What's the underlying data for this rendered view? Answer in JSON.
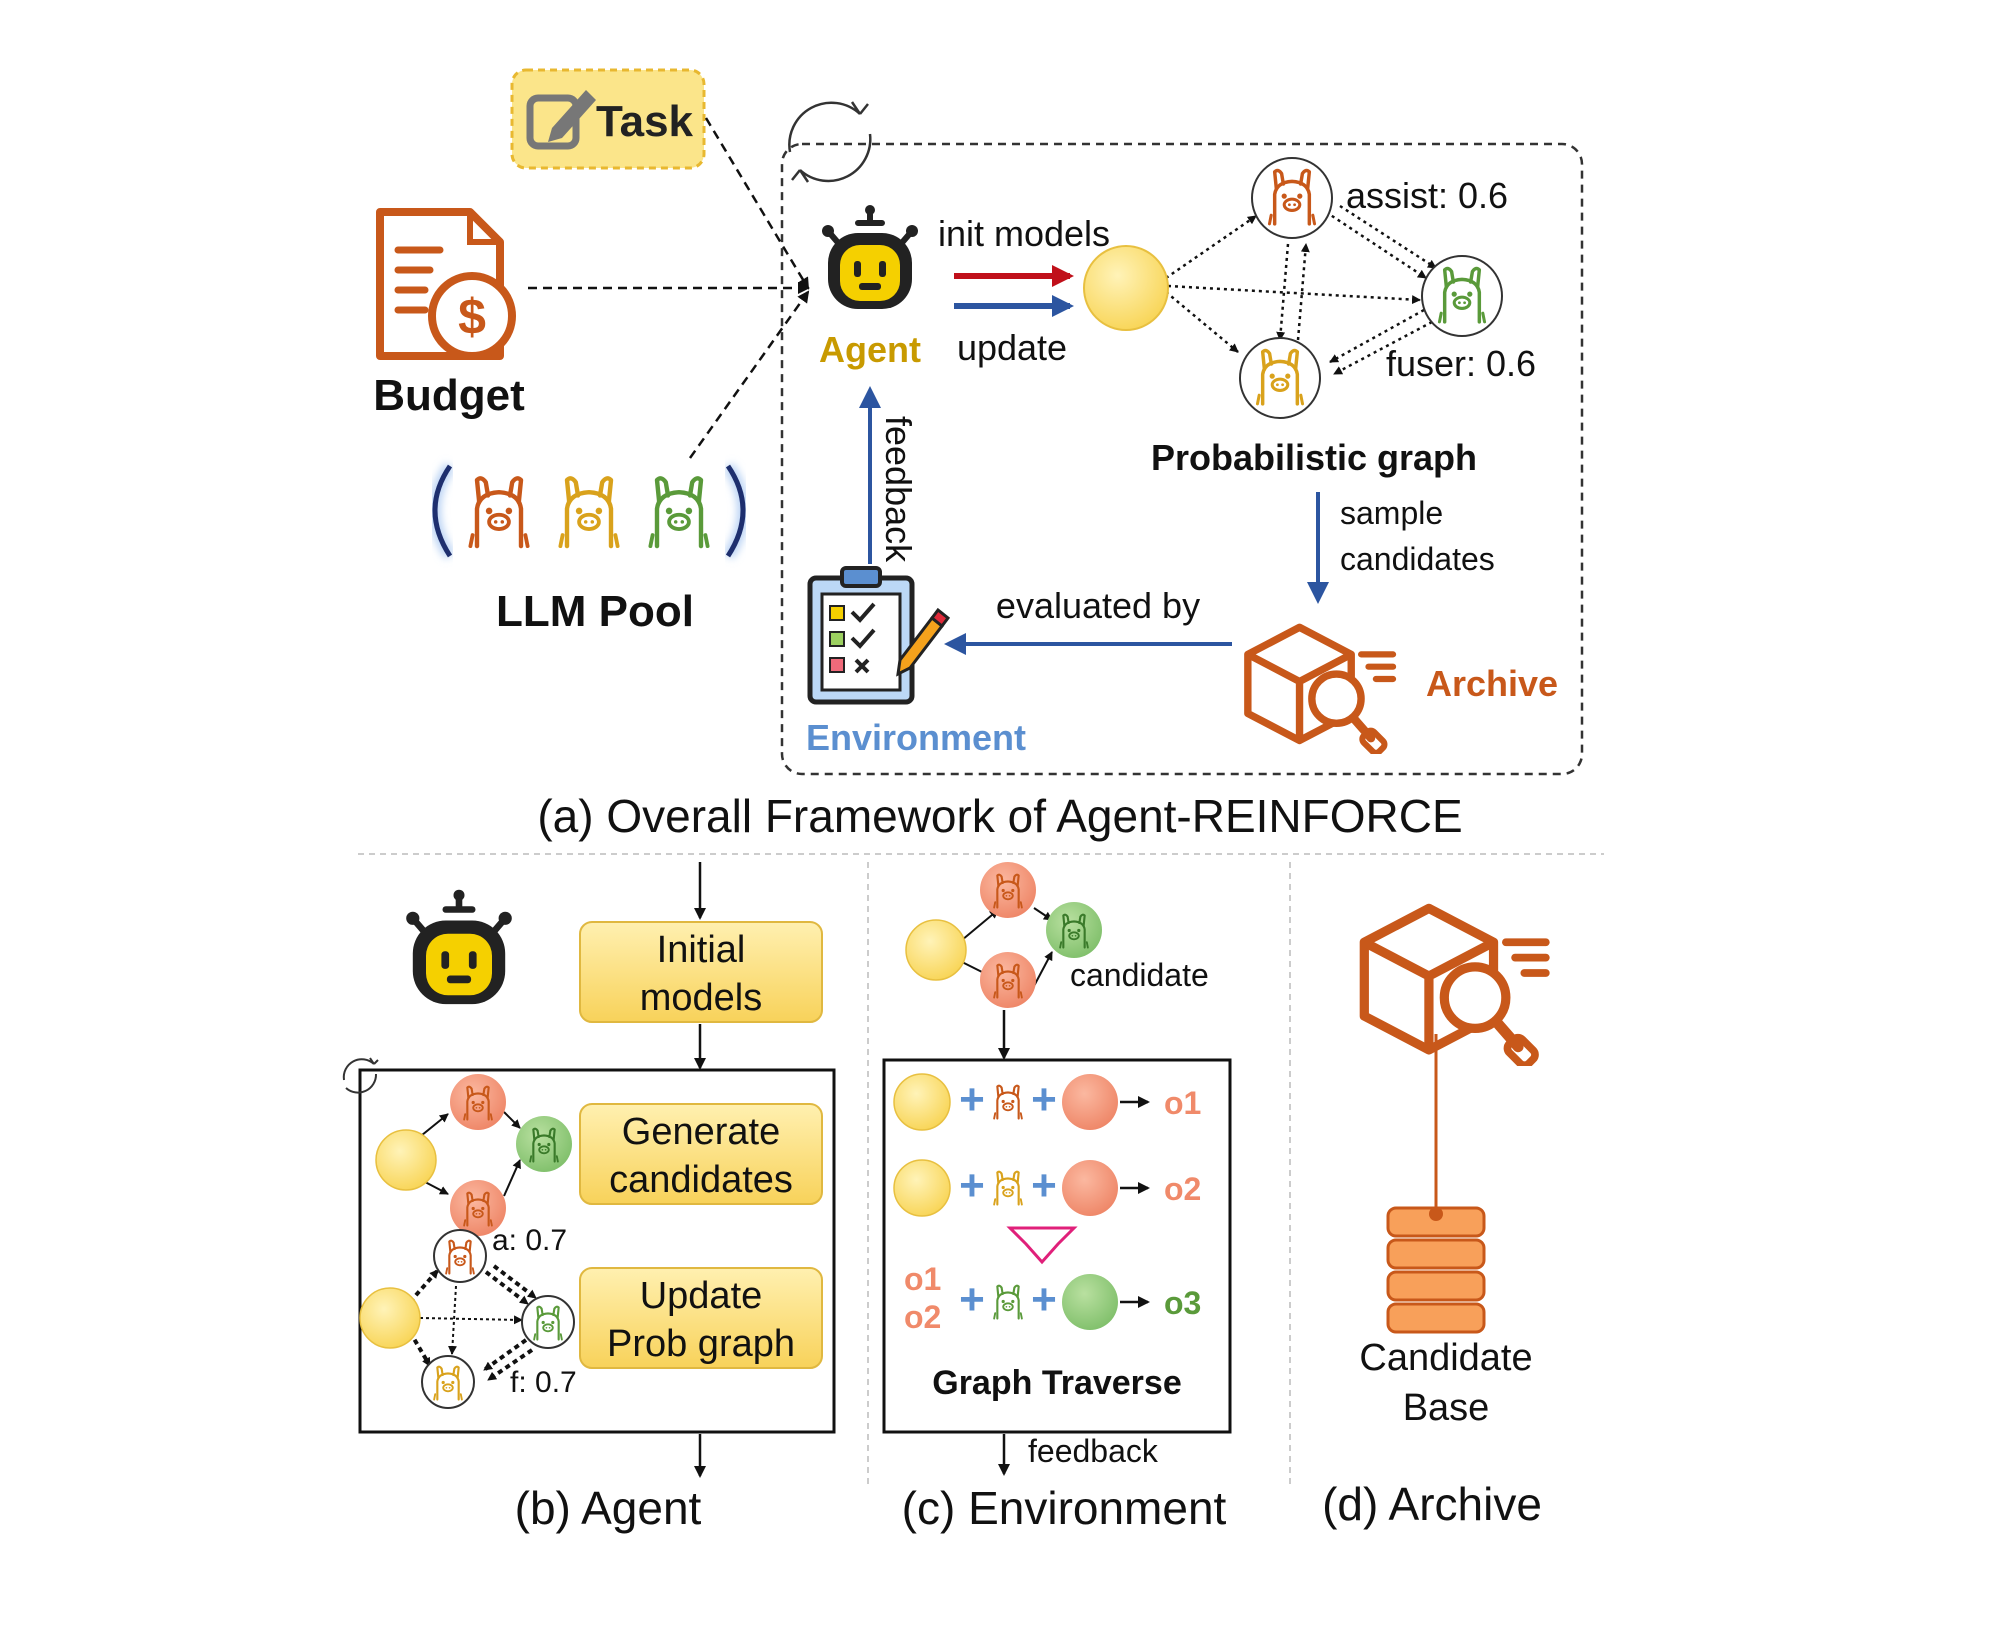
{
  "colors": {
    "agent_yellow": "#f5d000",
    "gold_text": "#c89a00",
    "orange": "#c8581a",
    "green": "#5a9a3a",
    "blue_text": "#5b8fd0",
    "arrow_red": "#c0101a",
    "arrow_blue": "#2c55a0",
    "panel_yellow": "#fbdc74",
    "salmon": "#f08a6a",
    "pale_yellow": "#fbe27f",
    "magenta": "#e0207a"
  },
  "icons": {
    "task": "edit-icon",
    "budget": "invoice-dollar-icon",
    "agent": "robot-icon",
    "llm": "llama-icon",
    "environment": "clipboard-checklist-icon",
    "archive": "box-search-icon",
    "candidate_base": "database-icon",
    "refresh": "refresh-icon"
  },
  "panel_a": {
    "task_label": "Task",
    "budget_label": "Budget",
    "llm_pool_label": "LLM Pool",
    "agent_label": "Agent",
    "init_models_label": "init models",
    "update_label": "update",
    "assist_label": "assist: 0.6",
    "fuser_label": "fuser: 0.6",
    "prob_graph_label": "Probabilistic graph",
    "sample_line1": "sample",
    "sample_line2": "candidates",
    "feedback_label": "feedback",
    "evaluated_label": "evaluated by",
    "environment_label": "Environment",
    "archive_label": "Archive",
    "caption": "(a) Overall Framework of Agent-REINFORCE"
  },
  "panel_b": {
    "initial_line1": "Initial",
    "initial_line2": "models",
    "generate_line1": "Generate",
    "generate_line2": "candidates",
    "update_line1": "Update",
    "update_line2": "Prob graph",
    "a_label": "a: 0.7",
    "f_label": "f: 0.7",
    "caption": "(b) Agent"
  },
  "panel_c": {
    "candidate_label": "candidate",
    "o1": "o1",
    "o2": "o2",
    "o3": "o3",
    "o1_in": "o1",
    "o2_in": "o2",
    "traverse_label": "Graph Traverse",
    "feedback_label": "feedback",
    "caption": "(c) Environment"
  },
  "panel_d": {
    "line1": "Candidate",
    "line2": "Base",
    "caption": "(d) Archive"
  }
}
